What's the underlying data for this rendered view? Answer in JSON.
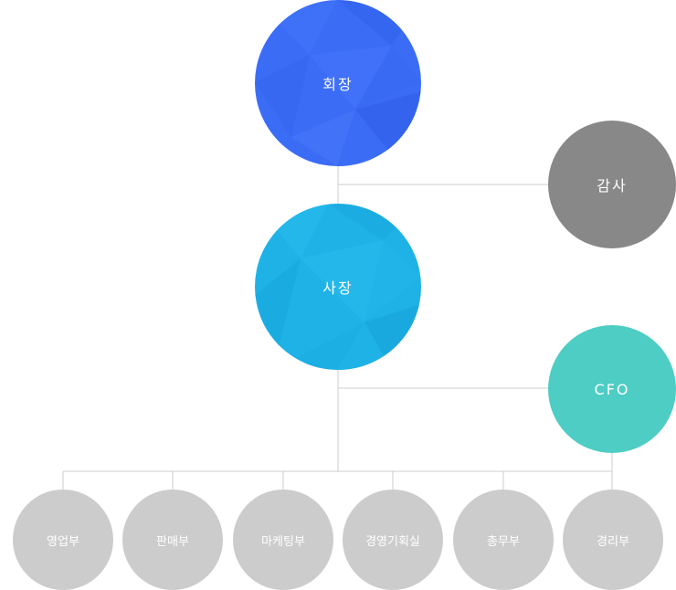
{
  "chairman": {
    "label": "회장",
    "color": "#3b6cf5"
  },
  "president": {
    "label": "사장",
    "color": "#1eb2e6"
  },
  "auditor": {
    "label": "감사",
    "color": "#888888"
  },
  "cfo": {
    "label": "CFO",
    "color": "#4ecdc4"
  },
  "departments": [
    {
      "label": "영업부"
    },
    {
      "label": "판매부"
    },
    {
      "label": "마케팅부"
    },
    {
      "label": "경영기획실"
    },
    {
      "label": "총무부"
    },
    {
      "label": "경리부"
    }
  ],
  "department_color": "#cccccc",
  "line_color": "#cccccc"
}
